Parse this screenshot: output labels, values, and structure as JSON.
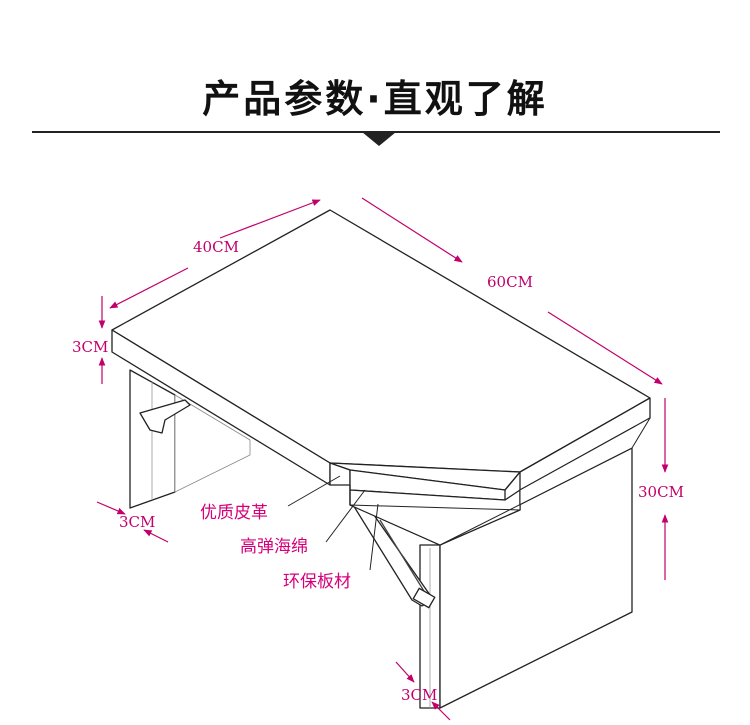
{
  "header": {
    "title": "产品参数·直观了解"
  },
  "dimensions": {
    "width_top": "40CM",
    "length_top": "60CM",
    "cushion_thickness": "3CM",
    "height": "30CM",
    "leg_thickness_left": "3CM",
    "leg_thickness_front": "3CM"
  },
  "materials": {
    "layer1": "优质皮革",
    "layer2": "高弹海绵",
    "layer3": "环保板材"
  },
  "colors": {
    "annotation": "#c2006b",
    "line": "#222222"
  }
}
